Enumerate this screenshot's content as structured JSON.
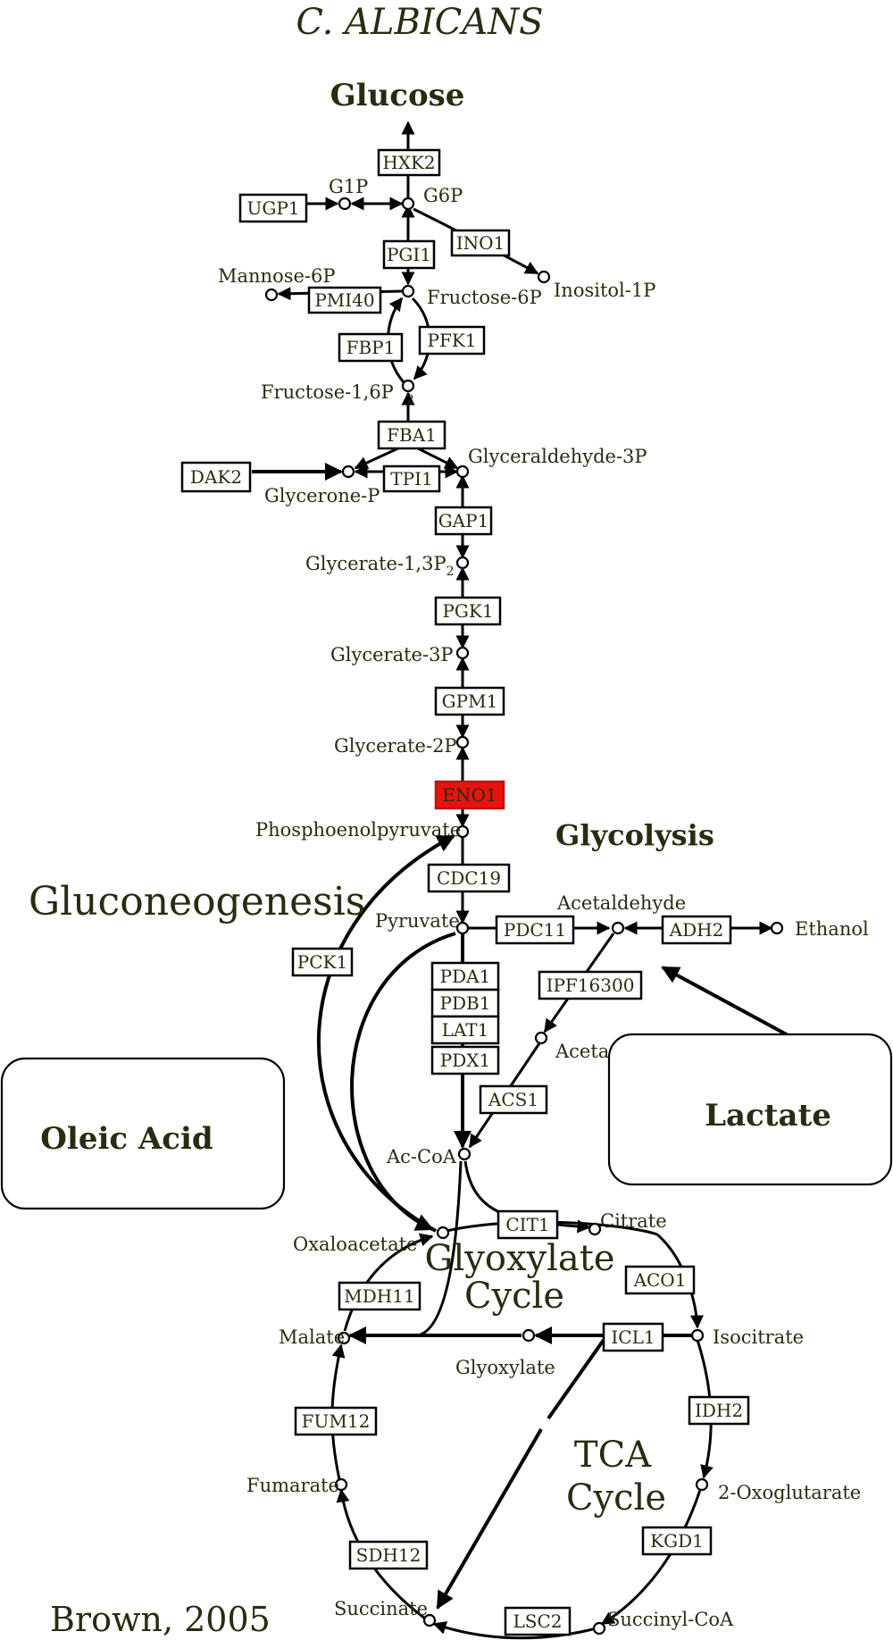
{
  "title": "C. ALBICANS",
  "credit": "Brown, 2005",
  "colors": {
    "highlight": "#e8130f",
    "text": "#2b2b12"
  },
  "labels": {
    "glucose": "Glucose",
    "glycolysis": "Glycolysis",
    "gluconeogenesis": "Gluconeogenesis",
    "glyoxylate_cycle": [
      "Glyoxylate",
      "Cycle"
    ],
    "tca_cycle": [
      "TCA",
      "Cycle"
    ],
    "oleic_acid": "Oleic Acid",
    "lactate": "Lactate"
  },
  "metabolites": {
    "g1p": "G1P",
    "g6p": "G6P",
    "inositol_1p": "Inositol-1P",
    "mannose_6p": "Mannose-6P",
    "fructose_6p": "Fructose-6P",
    "fructose_16p": "Fructose-1,6P",
    "fructose_16p_sub": "2",
    "glyceraldehyde_3p": "Glyceraldehyde-3P",
    "glycerone_p": "Glycerone-P",
    "glycerate_13p": "Glycerate-1,3P",
    "glycerate_13p_sub": "2",
    "glycerate_3p": "Glycerate-3P",
    "glycerate_2p": "Glycerate-2P",
    "pep": "Phosphoenolpyruvate",
    "pyruvate": "Pyruvate",
    "acetaldehyde": "Acetaldehyde",
    "ethanol": "Ethanol",
    "acetate": "Aceta",
    "accoa": "Ac-CoA",
    "oxaloacetate": "Oxaloacetate",
    "citrate": "Citrate",
    "isocitrate": "Isocitrate",
    "glyoxylate": "Glyoxylate",
    "malate": "Malate",
    "fumarate": "Fumarate",
    "oxoglutarate": "2-Oxoglutarate",
    "succinyl_coa": "Succinyl-CoA",
    "succinate": "Succinate"
  },
  "enzymes": {
    "hxk2": "HXK2",
    "ugp1": "UGP1",
    "ino1": "INO1",
    "pgi1": "PGI1",
    "pmi40": "PMI40",
    "fbp1": "FBP1",
    "pfk1": "PFK1",
    "fba1": "FBA1",
    "dak2": "DAK2",
    "tpi1": "TPI1",
    "gap1": "GAP1",
    "pgk1": "PGK1",
    "gpm1": "GPM1",
    "eno1": "ENO1",
    "cdc19": "CDC19",
    "pck1": "PCK1",
    "pdc11": "PDC11",
    "adh2": "ADH2",
    "ipf16300": "IPF16300",
    "pda1": "PDA1",
    "pdb1": "PDB1",
    "lat1": "LAT1",
    "pdx1": "PDX1",
    "acs1": "ACS1",
    "cit1": "CIT1",
    "aco1": "ACO1",
    "mdh11": "MDH11",
    "icl1": "ICL1",
    "idh2": "IDH2",
    "fum12": "FUM12",
    "kgd1": "KGD1",
    "sdh12": "SDH12",
    "lsc2": "LSC2"
  }
}
